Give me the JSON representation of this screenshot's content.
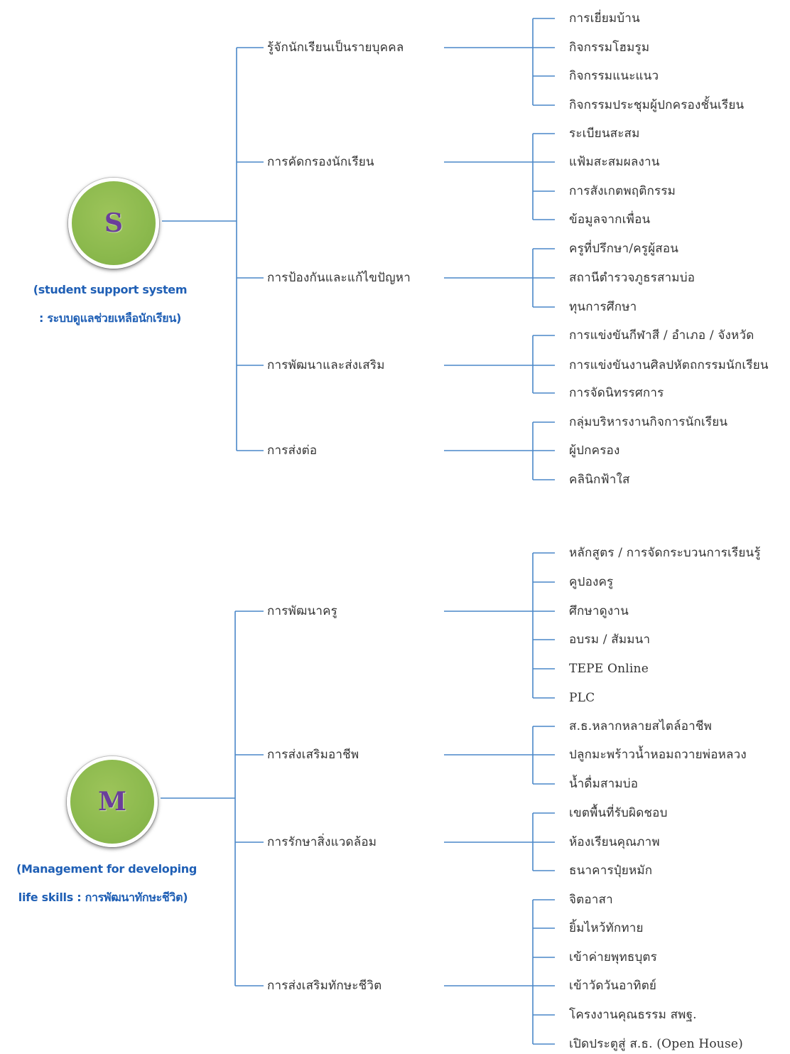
{
  "theme": {
    "line_color": "#4a87c8",
    "circle_color": "#8bb94d",
    "letter_color": "#6a3e9b",
    "hub_label_color": "#1f5fb5",
    "text_color": "#333333"
  },
  "groups": [
    {
      "id": "s",
      "letter": "S",
      "label_line1": "(student support system",
      "label_line2": ": ระบบดูแลช่วยเหลือนักเรียน)",
      "branches": [
        {
          "label": "รู้จักนักเรียนเป็นรายบุคคล",
          "leaves": [
            "การเยี่ยมบ้าน",
            "กิจกรรมโฮมรูม",
            "กิจกรรมแนะแนว",
            "กิจกรรมประชุมผู้ปกครองชั้นเรียน"
          ]
        },
        {
          "label": "การคัดกรองนักเรียน",
          "leaves": [
            "ระเบียนสะสม",
            "แฟ้มสะสมผลงาน",
            "การสังเกตพฤติกรรม",
            "ข้อมูลจากเพื่อน"
          ]
        },
        {
          "label": "การป้องกันและแก้ไขปัญหา",
          "leaves": [
            "ครูที่ปรึกษา/ครูผู้สอน",
            "สถานีตำรวจภูธรสามบ่อ",
            "ทุนการศึกษา"
          ]
        },
        {
          "label": "การพัฒนาและส่งเสริม",
          "leaves": [
            "การแข่งขันกีฬาสี / อำเภอ / จังหวัด",
            "การแข่งขันงานศิลปหัตถกรรมนักเรียน",
            "การจัดนิทรรศการ"
          ]
        },
        {
          "label": "การส่งต่อ",
          "leaves": [
            "กลุ่มบริหารงานกิจการนักเรียน",
            "ผู้ปกครอง",
            "คลินิกฟ้าใส"
          ]
        }
      ]
    },
    {
      "id": "m",
      "letter": "M",
      "label_line1": "(Management for developing",
      "label_line2": "life skills : การพัฒนาทักษะชีวิต)",
      "branches": [
        {
          "label": "การพัฒนาครู",
          "leaves": [
            "หลักสูตร / การจัดกระบวนการเรียนรู้",
            "คูปองครู",
            "ศึกษาดูงาน",
            "อบรม / สัมมนา",
            "TEPE Online",
            "PLC"
          ]
        },
        {
          "label": "การส่งเสริมอาชีพ",
          "leaves": [
            "ส.ธ.หลากหลายสไตล์อาชีพ",
            "ปลูกมะพร้าวน้ำหอมถวายพ่อหลวง",
            "น้ำดื่มสามบ่อ"
          ]
        },
        {
          "label": "การรักษาสิ่งแวดล้อม",
          "leaves": [
            "เขตพื้นที่รับผิดชอบ",
            "ห้องเรียนคุณภาพ",
            "ธนาคารปุ๋ยหมัก"
          ]
        },
        {
          "label": "การส่งเสริมทักษะชีวิต",
          "leaves": [
            "จิตอาสา",
            "ยิ้มไหว้ทักทาย",
            "เข้าค่ายพุทธบุตร",
            "เข้าวัดวันอาทิตย์",
            "โครงงานคุณธรรม สพฐ.",
            "เปิดประตูสู่ ส.ธ. (Open House)"
          ]
        }
      ]
    }
  ]
}
